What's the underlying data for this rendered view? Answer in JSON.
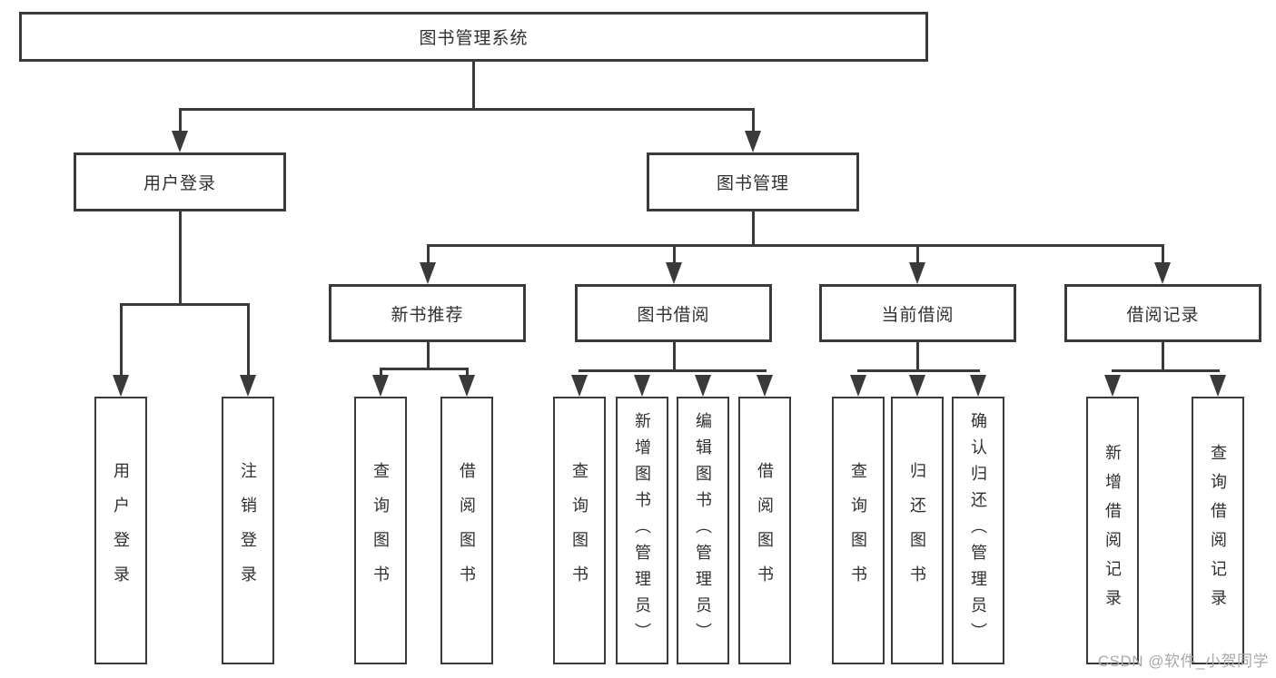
{
  "colors": {
    "line": "#3a3a3a",
    "text": "#303030",
    "background": "#ffffff",
    "watermark": "#a9a9a9"
  },
  "diagram": {
    "root": {
      "label": "图书管理系统"
    },
    "level2": [
      {
        "label": "用户登录"
      },
      {
        "label": "图书管理"
      }
    ],
    "level3": [
      {
        "label": "新书推荐"
      },
      {
        "label": "图书借阅"
      },
      {
        "label": "当前借阅"
      },
      {
        "label": "借阅记录"
      }
    ],
    "leaves": {
      "user_login": [
        "用户登录",
        "注销登录"
      ],
      "new_book_recommendation": [
        "查询图书",
        "借阅图书"
      ],
      "book_borrowing": [
        "查询图书",
        "新增图书（管理员）",
        "编辑图书（管理员）",
        "借阅图书"
      ],
      "current_borrowing": [
        "查询图书",
        "归还图书",
        "确认归还（管理员）"
      ],
      "borrowing_records": [
        "新增借阅记录",
        "查询借阅记录"
      ]
    },
    "watermark": "CSDN @软件_小贺同学"
  }
}
